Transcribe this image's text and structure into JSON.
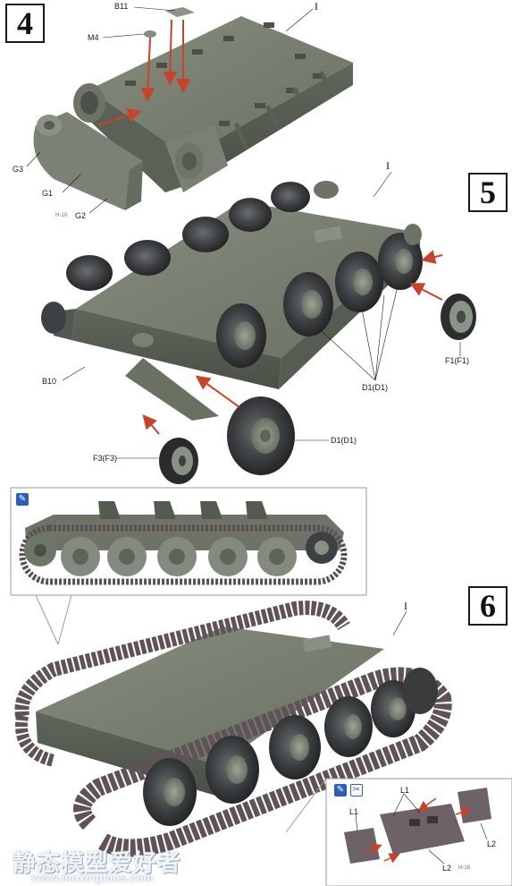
{
  "steps": {
    "s4": "4",
    "s5": "5",
    "s6": "6"
  },
  "step4": {
    "labels": {
      "b11": "B11",
      "m4": "M4",
      "i": "I",
      "g3": "G3",
      "g1": "G1",
      "g2": "G2"
    },
    "ref": "H-10"
  },
  "step5": {
    "labels": {
      "i": "I",
      "b10": "B10",
      "f1": "F1(F1)",
      "d1_group": "D1(D1)",
      "d1_single": "D1(D1)",
      "f3": "F3(F3)"
    }
  },
  "step6": {
    "labels": {
      "i": "I",
      "l1_top": "L1",
      "l1_left": "L1",
      "l2_right": "L2",
      "l2_bottom": "L2"
    },
    "ref": "H-18",
    "tools": [
      "glue-icon",
      "cut-icon"
    ]
  },
  "watermark": {
    "text": "静态模型爱好者",
    "url": "www.moxingfans.com"
  },
  "colors": {
    "hull": "#6f7668",
    "wheel": "#3b3b3d",
    "arrow": "#c8432c",
    "track": "#5f5357"
  }
}
